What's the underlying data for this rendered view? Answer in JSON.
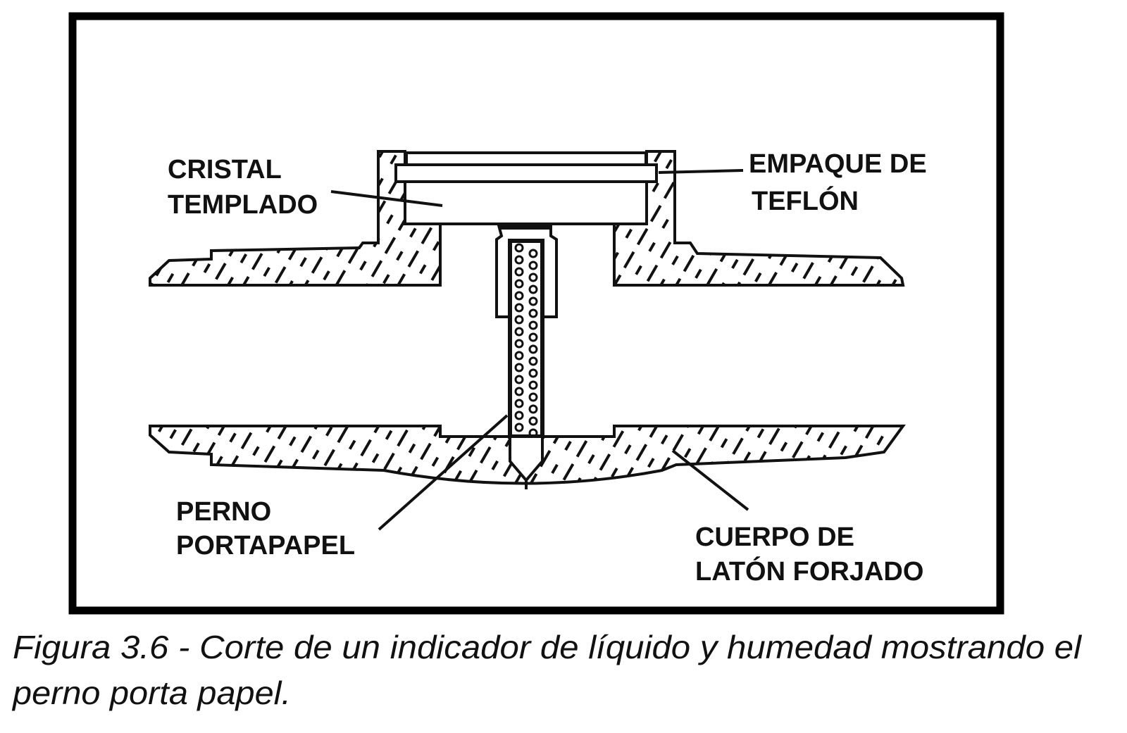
{
  "figure": {
    "labels": {
      "cristal_1": "CRISTAL",
      "cristal_2": "TEMPLADO",
      "empaque_1": "EMPAQUE DE",
      "empaque_2": "TEFLÓN",
      "perno_1": "PERNO",
      "perno_2": "PORTAPAPEL",
      "cuerpo_1": "CUERPO DE",
      "cuerpo_2": "LATÓN FORJADO"
    },
    "caption_line1": "Figura 3.6 - Corte de un indicador de líquido y humedad mostrando el",
    "caption_line2": "perno porta papel."
  }
}
